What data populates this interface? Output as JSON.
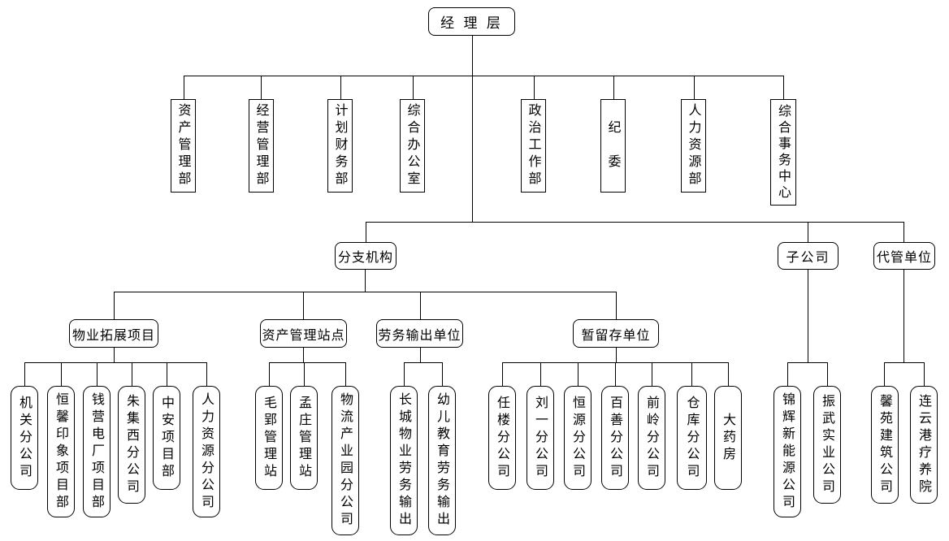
{
  "colors": {
    "background": "#ffffff",
    "line": "#000000",
    "box_border": "#000000",
    "text": "#000000"
  },
  "org": {
    "root": "经 理 层",
    "departments": [
      "资产管理部",
      "经营管理部",
      "计划财务部",
      "综合办公室",
      "政治工作部",
      "纪　委",
      "人力资源部",
      "综合事务中心"
    ],
    "branch": {
      "label": "分支机构",
      "categories": [
        {
          "label": "物业拓展项目",
          "children": [
            "机关分公司",
            "恒馨印象项目部",
            "钱营电厂项目部",
            "朱集西分公司",
            "中安项目部",
            "人力资源分公司"
          ]
        },
        {
          "label": "资产管理站点",
          "children": [
            "毛郢管理站",
            "孟庄管理站",
            "物流产业园分公司"
          ]
        },
        {
          "label": "劳务输出单位",
          "children": [
            "长城物业劳务输出",
            "幼儿教育劳务输出"
          ]
        },
        {
          "label": "暂留存单位",
          "children": [
            "任楼分公司",
            "刘一分公司",
            "恒源分公司",
            "百善分公司",
            "前岭分公司",
            "仓库分公司",
            "大药房"
          ]
        }
      ]
    },
    "subsidiary": {
      "label": "子公司",
      "children": [
        "锦辉新能源公司",
        "振武实业公司"
      ]
    },
    "managed": {
      "label": "代管单位",
      "children": [
        "馨苑建筑公司",
        "连云港疗养院"
      ]
    }
  }
}
